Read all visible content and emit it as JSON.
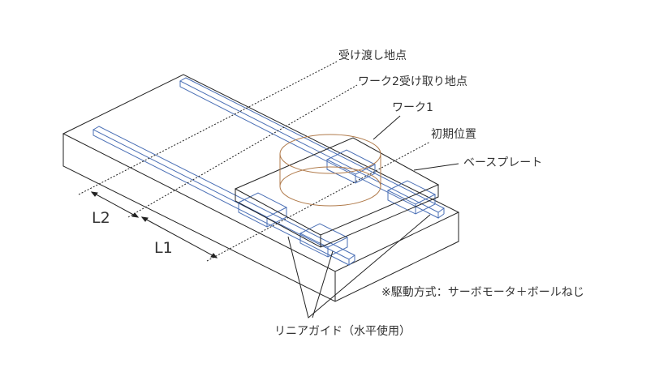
{
  "labels": {
    "handover": "受け渡し地点",
    "work2_receive": "ワーク2受け取り地点",
    "work1": "ワーク1",
    "initial_position": "初期位置",
    "base_plate": "ベースプレート",
    "drive_note": "※駆動方式：サーボモータ＋ボールねじ",
    "linear_guide": "リニアガイド（水平使用）",
    "L1": "L1",
    "L2": "L2"
  },
  "colors": {
    "outline": "#222222",
    "rail": "#4a6fb5",
    "work": "#b07a4a"
  }
}
